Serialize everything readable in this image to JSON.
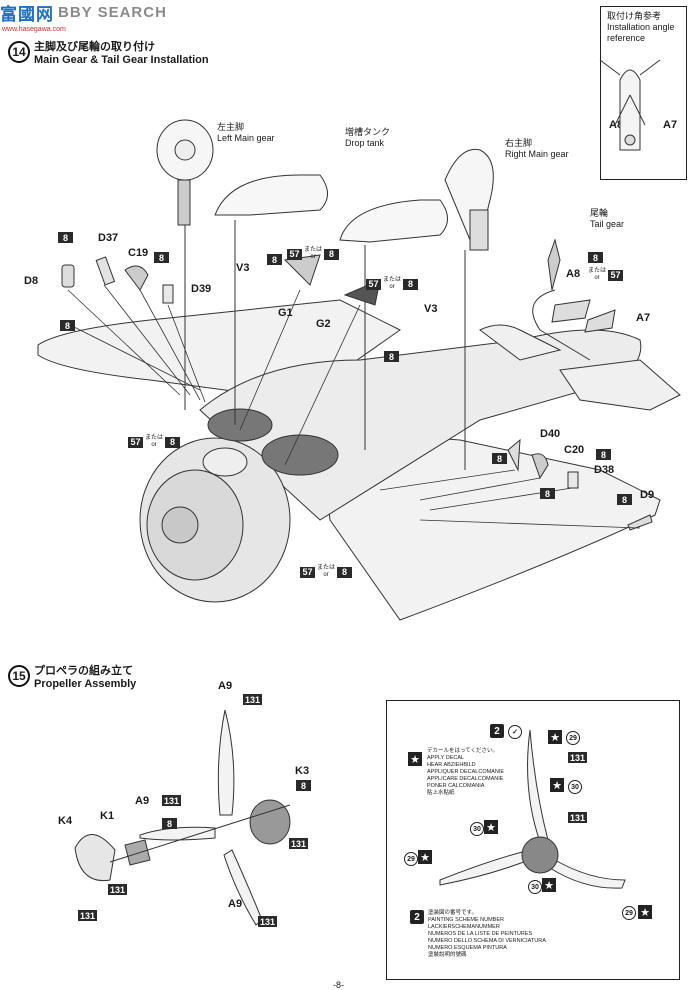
{
  "watermark": {
    "logo": "富國网",
    "site": "BBY SEARCH",
    "url": "www.hasegawa.com"
  },
  "step14": {
    "number": "14",
    "title_jp": "主脚及び尾輪の取り付け",
    "title_en": "Main Gear & Tail Gear Installation"
  },
  "reference": {
    "title_jp": "取付け角参考",
    "title_en_1": "Installation angle",
    "title_en_2": "reference",
    "labels": [
      "A8",
      "A7"
    ]
  },
  "callouts": {
    "left_main_gear_jp": "左主脚",
    "left_main_gear_en": "Left Main gear",
    "drop_tank_jp": "増槽タンク",
    "drop_tank_en": "Drop tank",
    "right_main_gear_jp": "右主脚",
    "right_main_gear_en": "Right Main gear",
    "tail_gear_jp": "尾輪",
    "tail_gear_en": "Tail gear"
  },
  "parts": {
    "D37": "D37",
    "D8": "D8",
    "C19": "C19",
    "D39": "D39",
    "V3a": "V3",
    "G1": "G1",
    "G2": "G2",
    "V3b": "V3",
    "A8": "A8",
    "A7": "A7",
    "D40": "D40",
    "C20": "C20",
    "D38": "D38",
    "D9": "D9",
    "A9a": "A9",
    "A9b": "A9",
    "A9c": "A9",
    "K3": "K3",
    "K4": "K4",
    "K1": "K1"
  },
  "paint": {
    "p8": "8",
    "p57": "57",
    "p131": "131",
    "or_jp": "または",
    "or_en": "or"
  },
  "step15": {
    "number": "15",
    "title_jp": "プロペラの組み立て",
    "title_en": "Propeller Assembly"
  },
  "decal_box": {
    "scheme": "2",
    "decal_numbers": [
      "29",
      "30"
    ],
    "apply_decal_lines": [
      "デカールをはってください。",
      "APPLY DECAL",
      "HEAR ABZIEHBILD",
      "APPLIQUER DECALCOMANIE",
      "APPLICARE DECALCOMANIE",
      "PONER CALCOMANIA",
      "貼上水貼紙"
    ],
    "scheme_lines": [
      "塗装図の番号です。",
      "PAINTING SCHEME NUMBER",
      "LACKIERSCHEMANUMMER",
      "NUMEROS DE LA LISTE DE PEINTURES",
      "NUMERO DELLO SCHEMA DI VERNICIATURA",
      "NUMERO ESQUEMA PINTURA",
      "塗裝說明的號碼"
    ]
  },
  "page_number": "-8-"
}
